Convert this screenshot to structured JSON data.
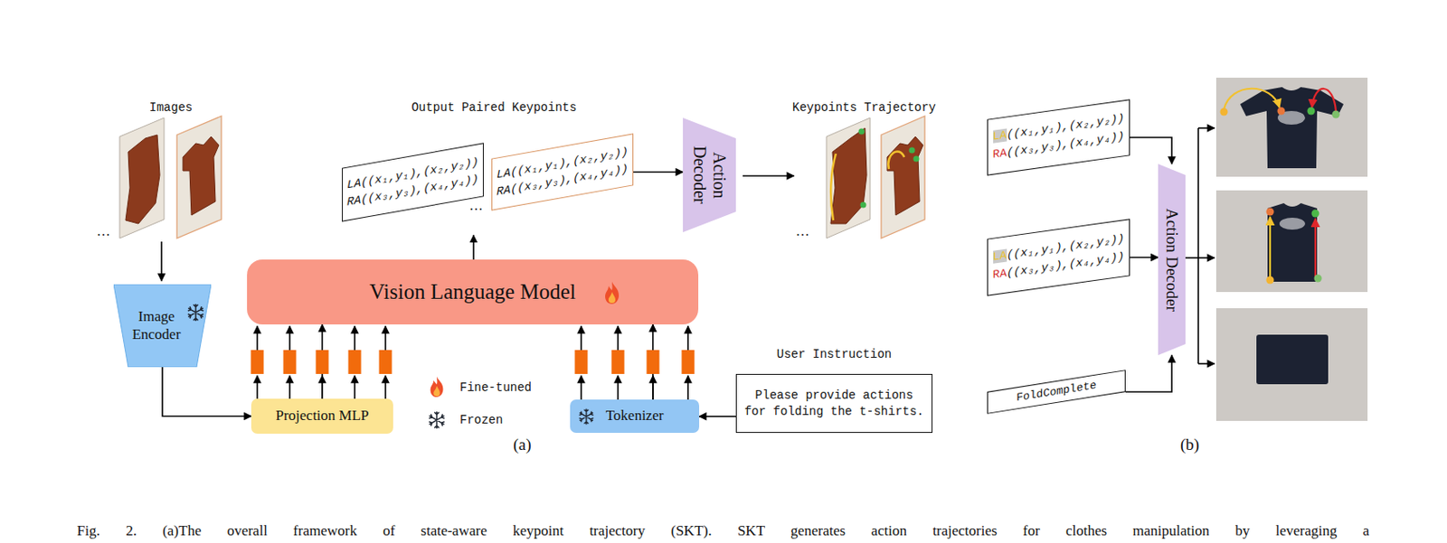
{
  "diagram": {
    "caption": "Fig. 2. (a)The overall framework of state-aware keypoint trajectory (SKT). SKT generates action trajectories for clothes manipulation by leveraging a",
    "nodes": [
      {
        "text": [
          "LA((x₁,y₁),(x₂,y₂))",
          "RA((x₃,y₃),(x₄,y₄))"
        ]
      },
      {
        "text": [
          "LA((x₁,y₁),(x₂,y₂))",
          "RA((x₃,y₃),(x₄,y₄))"
        ]
      },
      {
        "text": [
          "Action Decoder"
        ]
      },
      {
        "text": [
          "LA",
          "((x₁,y₁),(x₂,y₂))",
          "RA",
          "((x₃,y₃),(x₄,y₄))"
        ]
      },
      {
        "text": [
          "LA",
          "((x₁,y₁),(x₂,y₂))",
          "RA",
          "((x₃,y₃),(x₄,y₄))"
        ]
      },
      {
        "text": [
          "Vision Language Model"
        ]
      },
      {
        "text": [
          "Image Encoder"
        ]
      },
      {
        "text": [
          "Projection MLP"
        ]
      },
      {
        "text": [
          "Tokenizer"
        ]
      },
      {
        "text": [
          "User Instruction",
          "Please provide actions for folding the t-shirts."
        ]
      },
      {
        "text": [
          "FoldComplete"
        ]
      },
      {
        "text": [
          "Action Decoder"
        ]
      }
    ],
    "edges": [
      {
        "from": 6,
        "to": 7,
        "arrow": "to"
      },
      {
        "from": 7,
        "to": 5,
        "arrow": "to"
      },
      {
        "from": 8,
        "to": 5,
        "arrow": "to"
      },
      {
        "from": 9,
        "to": 8,
        "arrow": "to"
      },
      {
        "from": 5,
        "to": 0,
        "arrow": "to"
      },
      {
        "from": 1,
        "to": 2,
        "arrow": "to"
      },
      {
        "from": 3,
        "to": 11,
        "arrow": "to"
      },
      {
        "from": 4,
        "to": 11,
        "arrow": "to"
      },
      {
        "from": 10,
        "to": 11,
        "arrow": "to"
      }
    ],
    "labels": [
      "Images",
      "…",
      "Output Paired Keypoints",
      "…",
      "Keypoints Trajectory",
      "…",
      "(a)",
      "(b)"
    ],
    "legend": [
      {
        "text": "Fine-tuned"
      },
      {
        "text": "Frozen"
      }
    ]
  }
}
